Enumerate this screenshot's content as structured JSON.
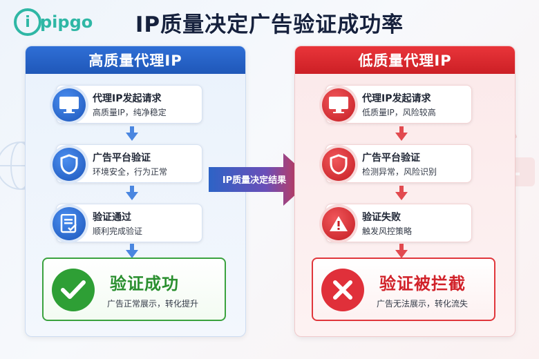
{
  "logo": {
    "text": "ipipgo"
  },
  "title": "IP质量决定广告验证成功率",
  "center_arrow": {
    "label": "IP质量决定结果"
  },
  "left_panel": {
    "header": "高质量代理IP",
    "steps": [
      {
        "title": "代理IP发起请求",
        "subtitle": "高质量IP，纯净稳定",
        "icon": "monitor-icon"
      },
      {
        "title": "广告平台验证",
        "subtitle": "环境安全，行为正常",
        "icon": "shield-icon"
      },
      {
        "title": "验证通过",
        "subtitle": "顺利完成验证",
        "icon": "checklist-icon"
      }
    ],
    "result": {
      "title": "验证成功",
      "subtitle": "广告正常展示，转化提升",
      "icon": "check-icon"
    }
  },
  "right_panel": {
    "header": "低质量代理IP",
    "steps": [
      {
        "title": "代理IP发起请求",
        "subtitle": "低质量IP，风险较高",
        "icon": "monitor-icon"
      },
      {
        "title": "广告平台验证",
        "subtitle": "检测异常，风险识别",
        "icon": "shield-icon"
      },
      {
        "title": "验证失败",
        "subtitle": "触发风控策略",
        "icon": "warning-icon"
      }
    ],
    "result": {
      "title": "验证被拦截",
      "subtitle": "广告无法展示，转化流失",
      "icon": "x-icon"
    }
  },
  "colors": {
    "blue": "#1f57b8",
    "red": "#cc1f25",
    "green": "#2e9f35",
    "logo": "#2fb7a5"
  }
}
